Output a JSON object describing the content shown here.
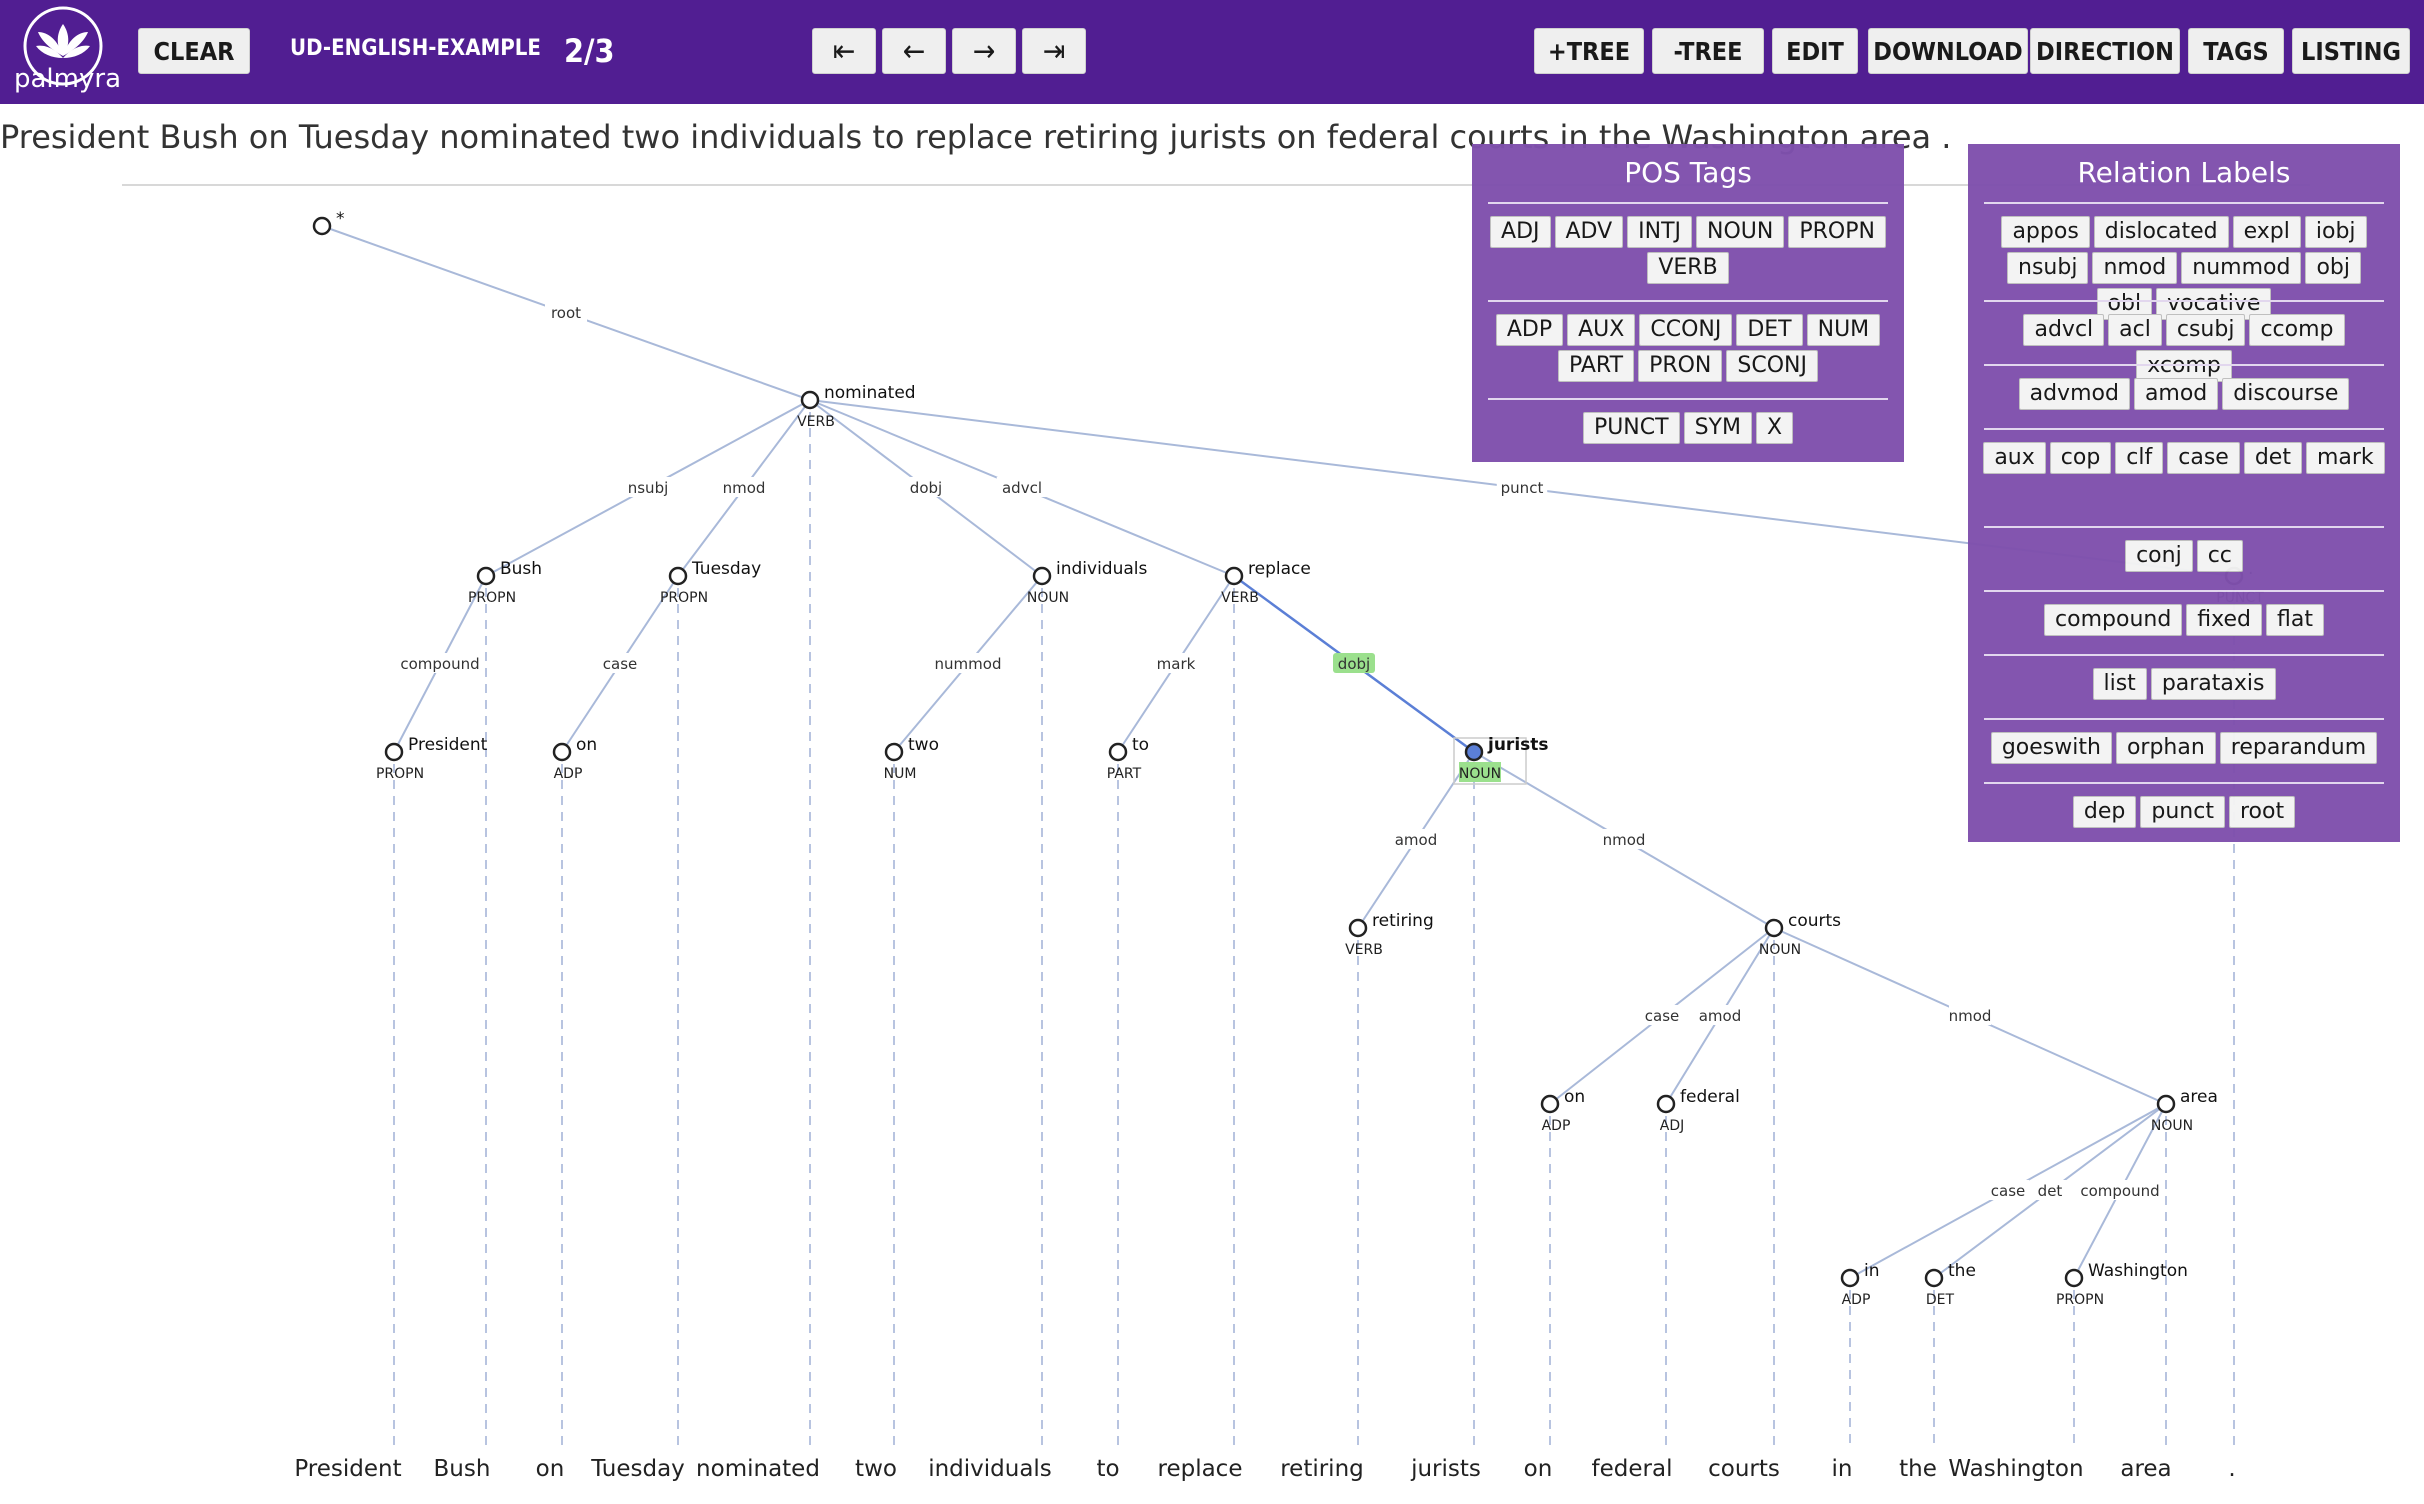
{
  "app": {
    "logo_text": "palmyra",
    "clear_label": "CLEAR",
    "corpus_name": "UD-ENGLISH-EXAMPLE",
    "page_indicator": "2/3"
  },
  "nav": {
    "first": "⇤",
    "prev": "←",
    "next": "→",
    "last": "⇥"
  },
  "toolbar": {
    "add_tree": "+TREE",
    "remove_tree": "-TREE",
    "edit": "EDIT",
    "download": "DOWNLOAD",
    "direction": "DIRECTION",
    "tags": "TAGS",
    "listing": "LISTING"
  },
  "sentence": "President Bush on Tuesday nominated two individuals to replace retiring jurists on federal courts in the Washington area .",
  "colors": {
    "header": "#511e92",
    "panel": "#7f50ad",
    "edge": "#a9b9d9",
    "selected": "#5b7fd6",
    "highlight": "#9be08d"
  },
  "tree": {
    "root_label": "*",
    "nodes": [
      {
        "id": "root",
        "word": "*",
        "pos": ""
      },
      {
        "id": "nominated",
        "word": "nominated",
        "pos": "VERB"
      },
      {
        "id": "bush",
        "word": "Bush",
        "pos": "PROPN"
      },
      {
        "id": "tuesday",
        "word": "Tuesday",
        "pos": "PROPN"
      },
      {
        "id": "individuals",
        "word": "individuals",
        "pos": "NOUN"
      },
      {
        "id": "replace",
        "word": "replace",
        "pos": "VERB"
      },
      {
        "id": "period",
        "word": ".",
        "pos": "PUNCT"
      },
      {
        "id": "president",
        "word": "President",
        "pos": "PROPN"
      },
      {
        "id": "on1",
        "word": "on",
        "pos": "ADP"
      },
      {
        "id": "two",
        "word": "two",
        "pos": "NUM"
      },
      {
        "id": "to",
        "word": "to",
        "pos": "PART"
      },
      {
        "id": "jurists",
        "word": "jurists",
        "pos": "NOUN",
        "selected": true
      },
      {
        "id": "retiring",
        "word": "retiring",
        "pos": "VERB"
      },
      {
        "id": "courts",
        "word": "courts",
        "pos": "NOUN"
      },
      {
        "id": "on2",
        "word": "on",
        "pos": "ADP"
      },
      {
        "id": "federal",
        "word": "federal",
        "pos": "ADJ"
      },
      {
        "id": "area",
        "word": "area",
        "pos": "NOUN"
      },
      {
        "id": "in",
        "word": "in",
        "pos": "ADP"
      },
      {
        "id": "the",
        "word": "the",
        "pos": "DET"
      },
      {
        "id": "washington",
        "word": "Washington",
        "pos": "PROPN"
      }
    ],
    "edges": [
      {
        "from": "root",
        "to": "nominated",
        "label": "root"
      },
      {
        "from": "nominated",
        "to": "bush",
        "label": "nsubj"
      },
      {
        "from": "nominated",
        "to": "tuesday",
        "label": "nmod"
      },
      {
        "from": "nominated",
        "to": "individuals",
        "label": "dobj"
      },
      {
        "from": "nominated",
        "to": "replace",
        "label": "advcl"
      },
      {
        "from": "nominated",
        "to": "period",
        "label": "punct"
      },
      {
        "from": "bush",
        "to": "president",
        "label": "compound"
      },
      {
        "from": "tuesday",
        "to": "on1",
        "label": "case"
      },
      {
        "from": "individuals",
        "to": "two",
        "label": "nummod"
      },
      {
        "from": "replace",
        "to": "to",
        "label": "mark"
      },
      {
        "from": "replace",
        "to": "jurists",
        "label": "dobj",
        "highlight": true
      },
      {
        "from": "jurists",
        "to": "retiring",
        "label": "amod"
      },
      {
        "from": "jurists",
        "to": "courts",
        "label": "nmod"
      },
      {
        "from": "courts",
        "to": "on2",
        "label": "case"
      },
      {
        "from": "courts",
        "to": "federal",
        "label": "amod"
      },
      {
        "from": "courts",
        "to": "area",
        "label": "nmod"
      },
      {
        "from": "area",
        "to": "in",
        "label": "case"
      },
      {
        "from": "area",
        "to": "the",
        "label": "det"
      },
      {
        "from": "area",
        "to": "washington",
        "label": "compound"
      }
    ],
    "bottom_words": [
      {
        "id": "president",
        "word": "President"
      },
      {
        "id": "bush",
        "word": "Bush"
      },
      {
        "id": "on1",
        "word": "on"
      },
      {
        "id": "tuesday",
        "word": "Tuesday"
      },
      {
        "id": "nominated",
        "word": "nominated"
      },
      {
        "id": "two",
        "word": "two"
      },
      {
        "id": "individuals",
        "word": "individuals"
      },
      {
        "id": "to",
        "word": "to"
      },
      {
        "id": "replace",
        "word": "replace"
      },
      {
        "id": "retiring",
        "word": "retiring"
      },
      {
        "id": "jurists",
        "word": "jurists"
      },
      {
        "id": "on2",
        "word": "on"
      },
      {
        "id": "federal",
        "word": "federal"
      },
      {
        "id": "courts",
        "word": "courts"
      },
      {
        "id": "in",
        "word": "in"
      },
      {
        "id": "the",
        "word": "the"
      },
      {
        "id": "washington",
        "word": "Washington"
      },
      {
        "id": "area",
        "word": "area"
      },
      {
        "id": "period",
        "word": "."
      }
    ]
  },
  "pos_panel": {
    "title": "POS Tags",
    "groups": [
      [
        "ADJ",
        "ADV",
        "INTJ",
        "NOUN",
        "PROPN",
        "VERB"
      ],
      [
        "ADP",
        "AUX",
        "CCONJ",
        "DET",
        "NUM",
        "PART",
        "PRON",
        "SCONJ"
      ],
      [
        "PUNCT",
        "SYM",
        "X"
      ]
    ]
  },
  "rel_panel": {
    "title": "Relation Labels",
    "groups": [
      [
        "appos",
        "dislocated",
        "expl",
        "iobj",
        "nsubj",
        "nmod",
        "nummod",
        "obj",
        "obl",
        "vocative"
      ],
      [
        "advcl",
        "acl",
        "csubj",
        "ccomp",
        "xcomp"
      ],
      [
        "advmod",
        "amod",
        "discourse"
      ],
      [
        "aux",
        "cop",
        "clf",
        "case",
        "det",
        "mark"
      ],
      [
        "conj",
        "cc"
      ],
      [
        "compound",
        "fixed",
        "flat"
      ],
      [
        "list",
        "parataxis"
      ],
      [
        "goeswith",
        "orphan",
        "reparandum"
      ],
      [
        "dep",
        "punct",
        "root"
      ]
    ]
  }
}
